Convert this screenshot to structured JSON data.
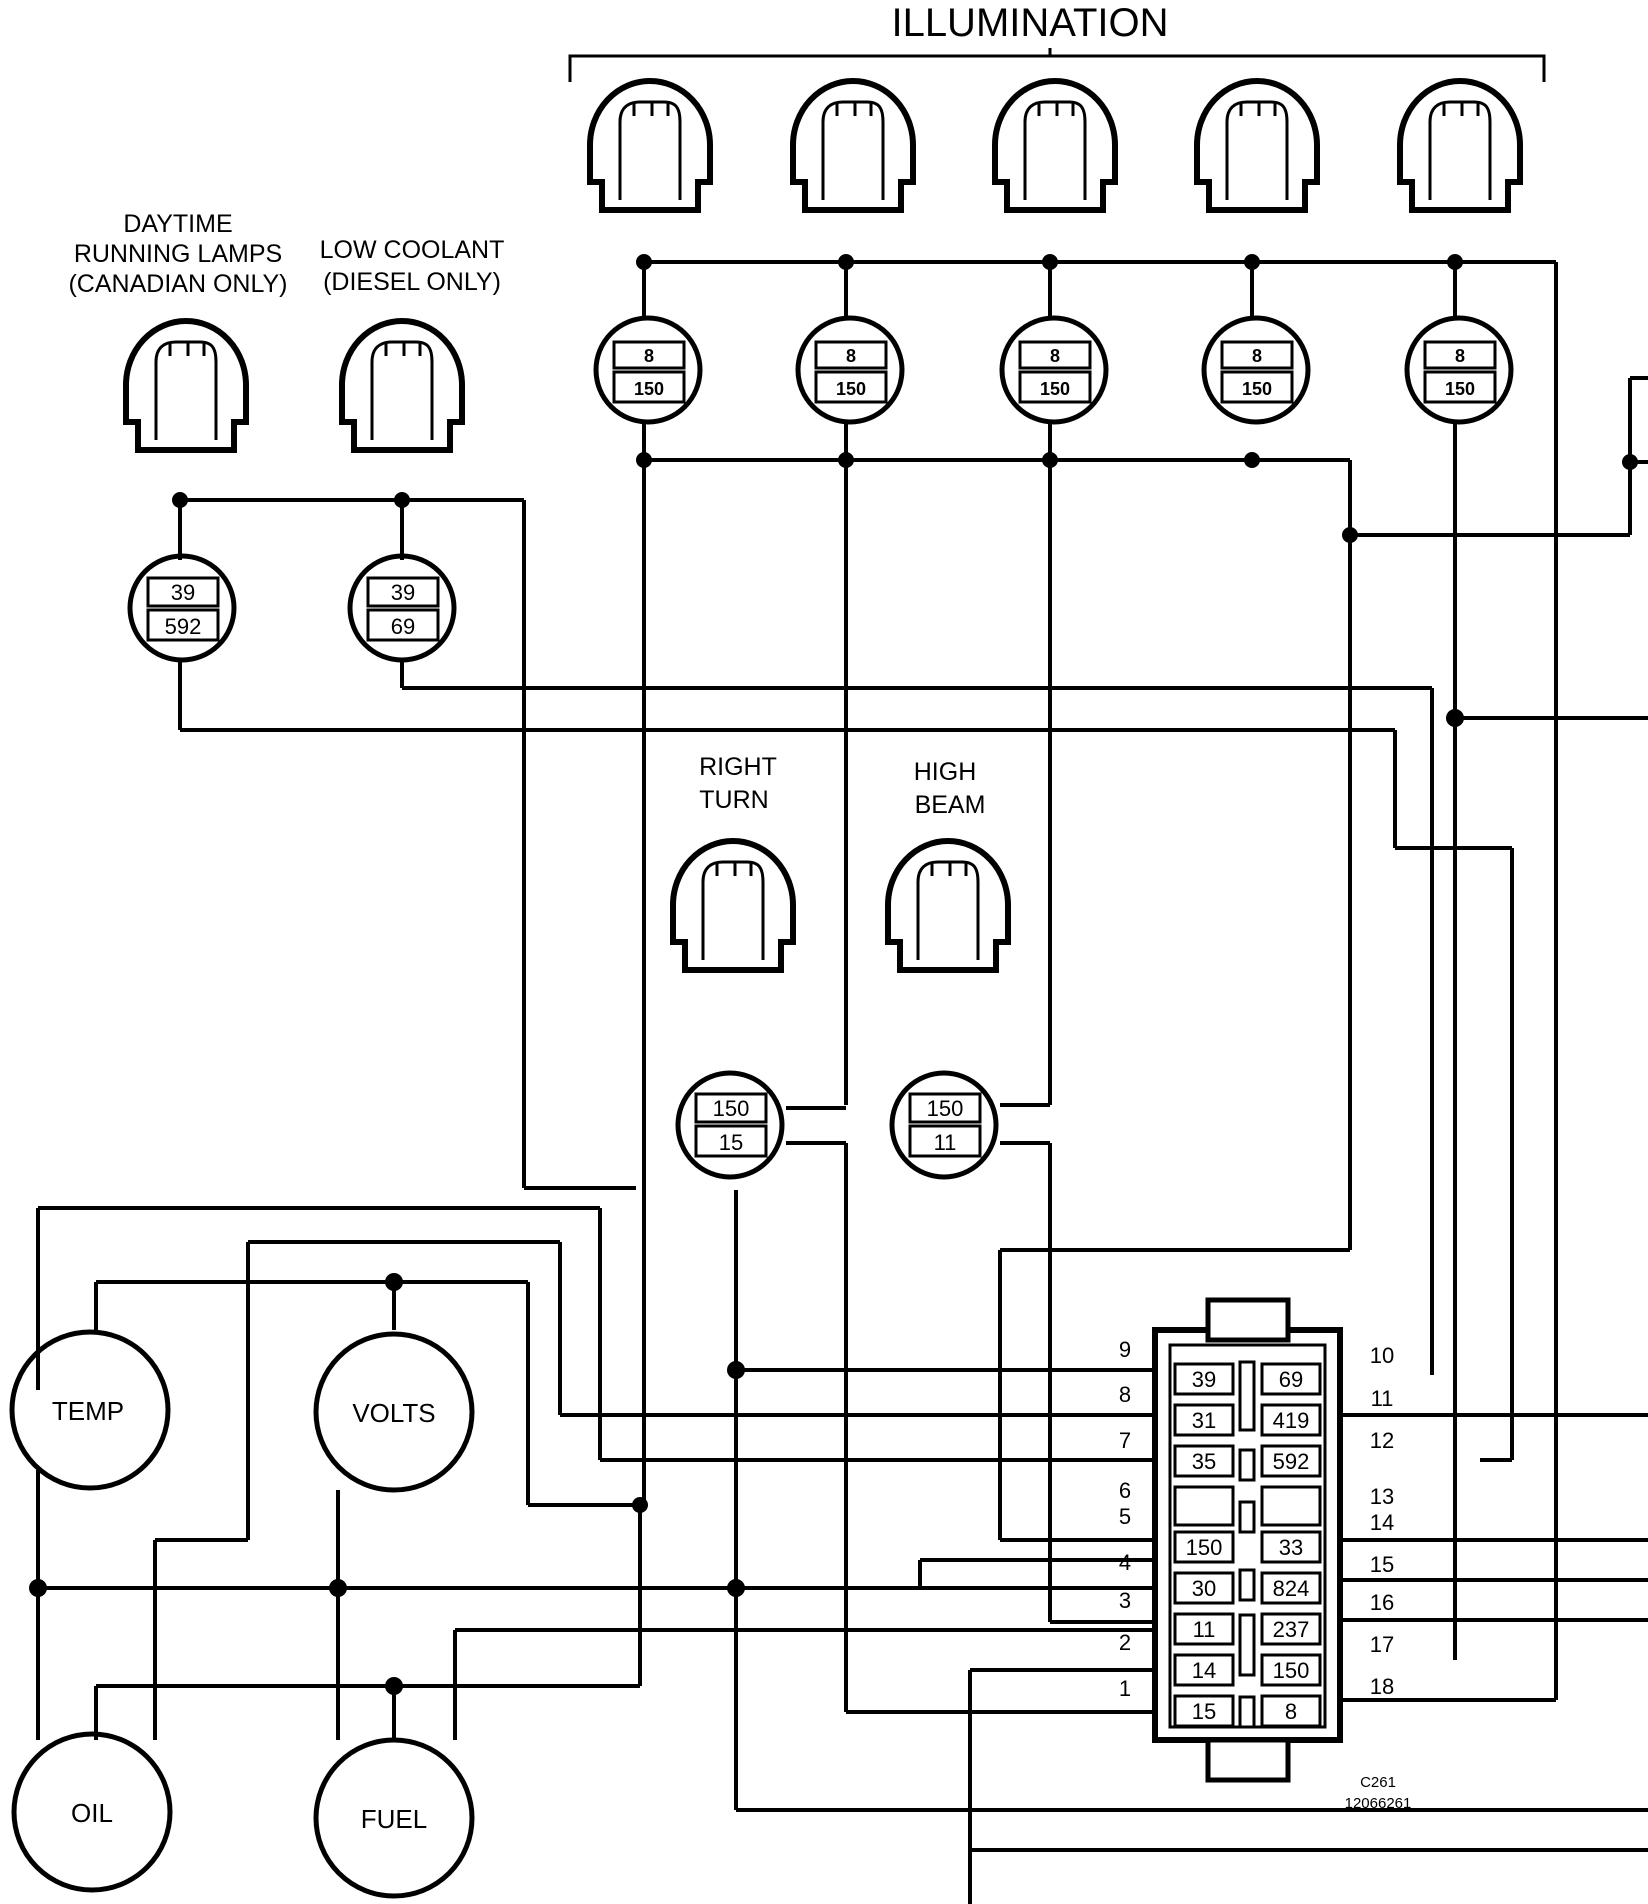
{
  "illumination": {
    "title": "ILLUMINATION",
    "sockets": [
      {
        "top": "8",
        "bottom": "150"
      },
      {
        "top": "8",
        "bottom": "150"
      },
      {
        "top": "8",
        "bottom": "150"
      },
      {
        "top": "8",
        "bottom": "150"
      },
      {
        "top": "8",
        "bottom": "150"
      }
    ]
  },
  "lamps": {
    "drl": {
      "line1": "DAYTIME",
      "line2": "RUNNING LAMPS",
      "line3": "(CANADIAN ONLY)",
      "socket_top": "39",
      "socket_bottom": "592"
    },
    "coolant": {
      "line1": "LOW COOLANT",
      "line2": "(DIESEL ONLY)",
      "socket_top": "39",
      "socket_bottom": "69"
    },
    "right_turn": {
      "line1": "RIGHT",
      "line2": "TURN",
      "socket_top": "150",
      "socket_bottom": "15"
    },
    "high_beam": {
      "line1": "HIGH",
      "line2": "BEAM",
      "socket_top": "150",
      "socket_bottom": "11"
    }
  },
  "gauges": {
    "temp": "TEMP",
    "volts": "VOLTS",
    "oil": "OIL",
    "fuel": "FUEL"
  },
  "connector": {
    "name": "C261",
    "part": "12066261",
    "left_pins": [
      {
        "pin": "9",
        "wire": "39"
      },
      {
        "pin": "8",
        "wire": "31"
      },
      {
        "pin": "7",
        "wire": "35"
      },
      {
        "pin": "6",
        "wire": ""
      },
      {
        "pin": "5",
        "wire": "150"
      },
      {
        "pin": "4",
        "wire": "30"
      },
      {
        "pin": "3",
        "wire": "11"
      },
      {
        "pin": "2",
        "wire": "14"
      },
      {
        "pin": "1",
        "wire": "15"
      }
    ],
    "right_pins": [
      {
        "pin": "10",
        "wire": "69"
      },
      {
        "pin": "11",
        "wire": "419"
      },
      {
        "pin": "12",
        "wire": "592"
      },
      {
        "pin": "13",
        "wire": ""
      },
      {
        "pin": "14",
        "wire": "33"
      },
      {
        "pin": "15",
        "wire": "824"
      },
      {
        "pin": "16",
        "wire": "237"
      },
      {
        "pin": "17",
        "wire": "150"
      },
      {
        "pin": "18",
        "wire": "8"
      }
    ]
  }
}
